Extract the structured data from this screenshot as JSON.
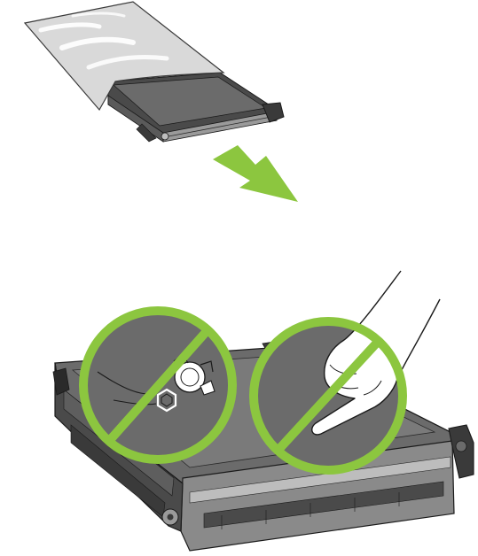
{
  "figure": {
    "kind": "instructional-illustration",
    "steps": [
      {
        "name": "unpack-transfer-unit",
        "depicts": [
          "transfer-unit-in-protective-bag",
          "direction-arrow"
        ]
      },
      {
        "name": "handling-cautions",
        "depicts": [
          "no-chemical-solvents",
          "no-touching-surface"
        ]
      }
    ],
    "colors": {
      "prohibition": "#8cc63f",
      "arrow": "#8cc63f",
      "unit_dark": "#4a4a4a",
      "unit_mid": "#7a7a7a",
      "unit_light": "#bdbdbd",
      "bag": "#d9d9d9",
      "outline": "#1a1a1a"
    }
  }
}
